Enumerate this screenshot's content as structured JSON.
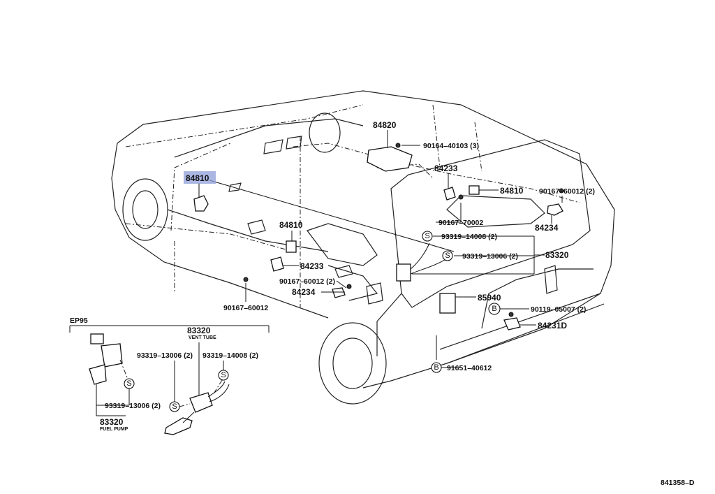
{
  "diagram_code": "841358–D",
  "labels": {
    "p84820": "84820",
    "p90164": "90164–40103 (3)",
    "p84233_top": "84233",
    "p84810_right": "84810",
    "p90167_60012_right": "90167–60012 (2)",
    "p84810_left": "84810",
    "p90167_70002": "90167–70002",
    "p84234_right": "84234",
    "p84810_mid": "84810",
    "p93319_14008": "93319–14008 (2)",
    "p83320_main": "83320",
    "p93319_13006": "93319–13006 (2)",
    "p84233_left": "84233",
    "p90167_60012_left": "90167–60012 (2)",
    "p84234_left": "84234",
    "p85940": "85940",
    "p90119": "90119–05007 (2)",
    "p84231d": "84231D",
    "p90167_60012_bottom": "90167–60012",
    "p91651": "91651–40612"
  },
  "inset": {
    "title": "EP95",
    "vent_num": "83320",
    "vent_name": "VENT TUBE",
    "vent_13006": "93319–13006 (2)",
    "vent_14008": "93319–14008 (2)",
    "fuel_13006": "93319–13006 (2)",
    "fuel_num": "83320",
    "fuel_name": "FUEL PUMP"
  },
  "symbols": {
    "s": "S",
    "b": "B"
  },
  "highlight_color": "#8f9fd8"
}
